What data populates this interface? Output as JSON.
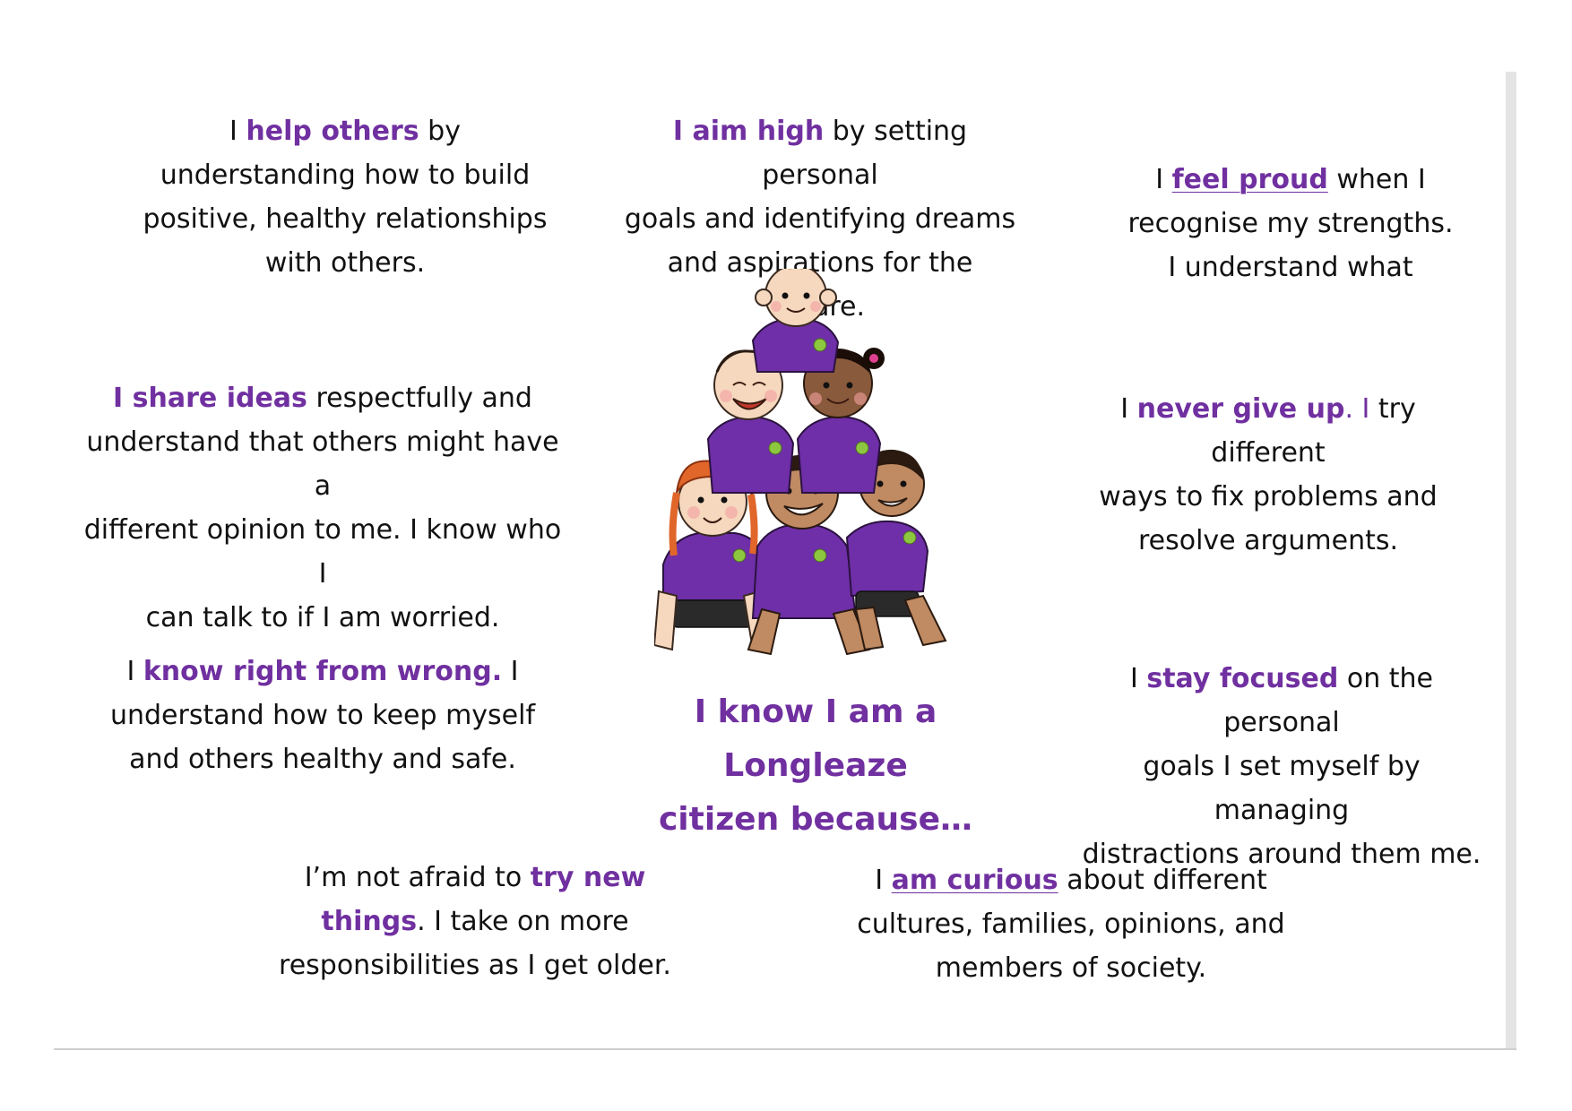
{
  "blocks": {
    "help_others": {
      "pre": "I ",
      "hl": "help others",
      "post": " by",
      "l2": "understanding how to build",
      "l3": "positive, healthy relationships",
      "l4": "with others."
    },
    "aim_high": {
      "hl": "I aim high",
      "post": " by setting personal",
      "l2": "goals and identifying dreams",
      "l3": "and aspirations for the future."
    },
    "feel_proud": {
      "pre": "I ",
      "hl": "feel proud",
      "post": " when I",
      "l2": "recognise my strengths.",
      "l3": "I understand what"
    },
    "share_ideas": {
      "hl": "I share ideas",
      "post": " respectfully and",
      "l2": "understand that others might have a",
      "l3": "different opinion to me. I know who I",
      "l4": "can talk to if I am worried."
    },
    "never_give_up": {
      "pre": "I ",
      "hl": "never give up",
      "hl2": ". I",
      "post": " try different",
      "l2": "ways to fix problems and",
      "l3": "resolve arguments."
    },
    "right_wrong": {
      "pre": "I ",
      "hl": "know right from wrong.",
      "post": " I",
      "l2": "understand how to keep myself",
      "l3": "and others healthy and safe."
    },
    "stay_focused": {
      "pre": "I ",
      "hl": "stay focused",
      "post": " on the personal",
      "l2": "goals I set myself by managing",
      "l3": "distractions around them me."
    },
    "try_new": {
      "pre": "I’m not afraid to ",
      "hl": "try new",
      "hl2": "things",
      "post2": ". I take on more",
      "l3": "responsibilities as I get older."
    },
    "curious": {
      "pre": "I ",
      "hl": "am curious",
      "post": " about different",
      "l2": "cultures, families, opinions, and",
      "l3": "members of society."
    }
  },
  "title": {
    "line1": "I know I am a Longleaze",
    "line2": "citizen because…"
  },
  "colors": {
    "accent": "#7030a0",
    "shirt": "#6f2fa8",
    "badge": "#8dc63f"
  }
}
